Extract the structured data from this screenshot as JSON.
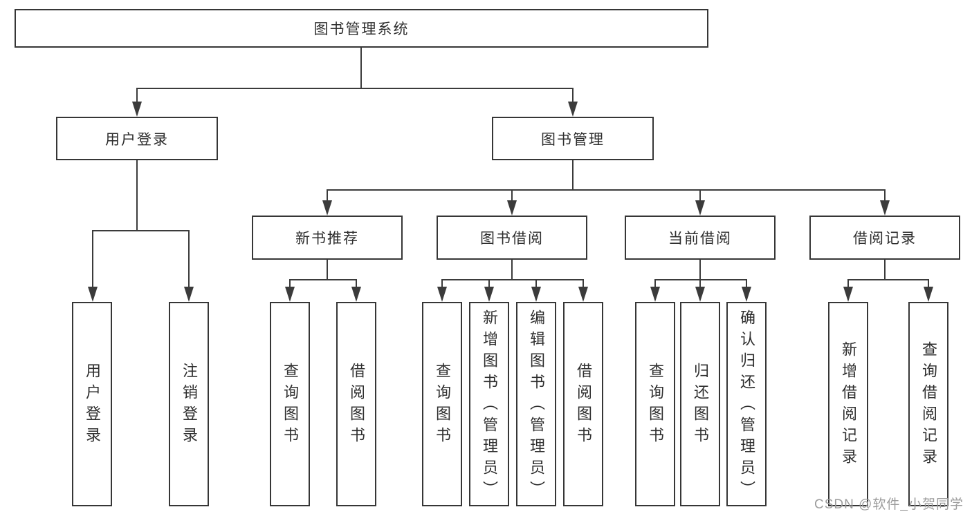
{
  "tree": {
    "root": {
      "label": "图书管理系统"
    },
    "branches": [
      {
        "label": "用户登录",
        "children": [
          {
            "label": "用户登录"
          },
          {
            "label": "注销登录"
          }
        ]
      },
      {
        "label": "图书管理",
        "children": [
          {
            "label": "新书推荐",
            "children": [
              {
                "label": "查询图书"
              },
              {
                "label": "借阅图书"
              }
            ]
          },
          {
            "label": "图书借阅",
            "children": [
              {
                "label": "查询图书"
              },
              {
                "label": "新增图书（管理员）"
              },
              {
                "label": "编辑图书（管理员）"
              },
              {
                "label": "借阅图书"
              }
            ]
          },
          {
            "label": "当前借阅",
            "children": [
              {
                "label": "查询图书"
              },
              {
                "label": "归还图书"
              },
              {
                "label": "确认归还（管理员）"
              }
            ]
          },
          {
            "label": "借阅记录",
            "children": [
              {
                "label": "新增借阅记录"
              },
              {
                "label": "查询借阅记录"
              }
            ]
          }
        ]
      }
    ]
  },
  "watermark": {
    "text": "CSDN @软件_小贺同学"
  },
  "colors": {
    "line": "#3b3b3b",
    "box_border": "#363636",
    "text": "#2e2e2e",
    "watermark": "#9c9c9c",
    "background": "#ffffff"
  }
}
